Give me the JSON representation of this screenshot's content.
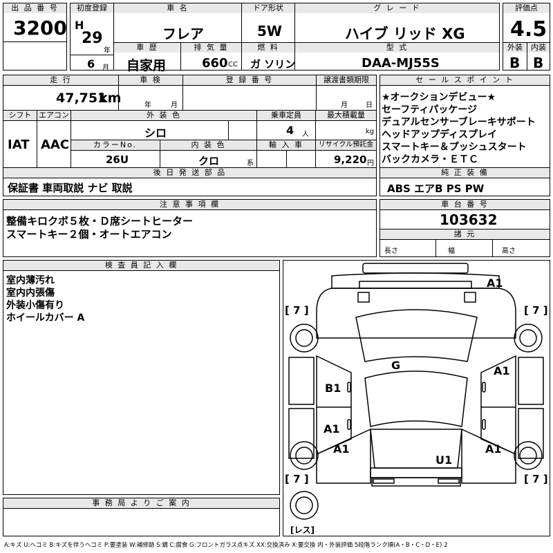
{
  "header": {
    "lot_no_label": "出 品 番 号",
    "lot_no": "3200",
    "first_reg_label": "初度登録",
    "era": "H",
    "year": "29",
    "year_unit": "年",
    "month": "6",
    "month_unit": "月",
    "car_name_label": "車 名",
    "car_name": "フレア",
    "door_label": "ドア形状",
    "door": "5W",
    "grade_label": "グ レ ー ド",
    "grade": "ハイブ リッド XG",
    "score_label": "評価点",
    "score": "4.5",
    "history_label": "車 歴",
    "history": "自家用",
    "displacement_label": "排 気 量",
    "displacement": "660",
    "displacement_unit": "CC",
    "fuel_label": "燃 料",
    "fuel": "ガ ソリン",
    "model_label": "型 式",
    "model": "DAA-MJ55S",
    "exterior_label": "外装",
    "exterior": "B",
    "interior_label": "内装",
    "interior": "B"
  },
  "row2": {
    "mileage_label": "走 行",
    "mileage": "47,751",
    "mileage_unit": "km",
    "inspection_label": "車 検",
    "insp_year_unit": "年",
    "insp_month_unit": "月",
    "reg_no_label": "登 録 番 号",
    "transfer_label": "譲渡書類期限",
    "transfer_month_unit": "月",
    "transfer_day_unit": "日",
    "shift_label": "シフト",
    "shift": "IAT",
    "ac_label": "エアコン",
    "ac": "AAC",
    "color_label": "外 装 色",
    "color": "シロ",
    "capacity_label": "乗車定員",
    "capacity": "4",
    "capacity_unit": "人",
    "max_load_label": "最大積載量",
    "max_load_unit": "kg",
    "color_no_label": "カラーNo.",
    "color_no": "26U",
    "int_color_label": "内 装 色",
    "int_color": "クロ",
    "int_color_unit": "系",
    "import_label": "輸 入 車",
    "recycle_label": "リサイクル預託金",
    "recycle": "9,220",
    "recycle_unit": "円",
    "docs_label": "後 日 発 送 部 品",
    "docs": "保証書 車両取説 ナビ 取説"
  },
  "sales_points": {
    "label": "セ ー ル ス ポ イ ン ト",
    "lines": [
      "★オークションデビュー★",
      "セーフティパッケージ",
      "デュアルセンサーブレーキサポート",
      "ヘッドアップディスプレイ",
      "スマートキー＆プッシュスタート",
      "バックカメラ・ＥＴＣ"
    ],
    "equipment_label": "純 正 装 備",
    "equipment": "ABS エアB PS PW"
  },
  "notes": {
    "label": "注 意 事 項 欄",
    "lines": [
      "整備キロクボ５枚・Ｄ席シートヒーター",
      "スマートキー２個・オートエアコン"
    ]
  },
  "chassis": {
    "label": "車 台 番 号",
    "number": "103632",
    "dims_label": "諸 元",
    "length_label": "長さ",
    "width_label": "幅",
    "height_label": "高さ"
  },
  "inspector": {
    "label": "検 査 員 記 入 欄",
    "lines": [
      "室内薄汚れ",
      "室内内張傷",
      "外装小傷有り",
      "ホイールカバー A"
    ]
  },
  "diagram": {
    "marks": {
      "a1_top": "A1",
      "g": "G",
      "a1_right_door": "A1",
      "b1": "B1",
      "a1_left_door": "A1",
      "a1_left_rear": "A1",
      "u1": "U1",
      "a1_right_rear": "A1"
    },
    "tire_tl": "[ 7 ]",
    "tire_tr": "[ 7 ]",
    "tire_bl": "[ 7 ]",
    "tire_br": "[ 7 ]",
    "spare": "[レス]"
  },
  "office": {
    "label": "事 務 局 よ り ご 案 内"
  },
  "legend": "A:キズ U:ヘコミ B:キズを伴うヘコミ P:要塗装 W:補修跡 S:錆 C:腐食 G:フロントガラス点キズ XX:交換済み X:要交換 内・外装評価 5段階ランク順(A・B・C・D・E) 2"
}
